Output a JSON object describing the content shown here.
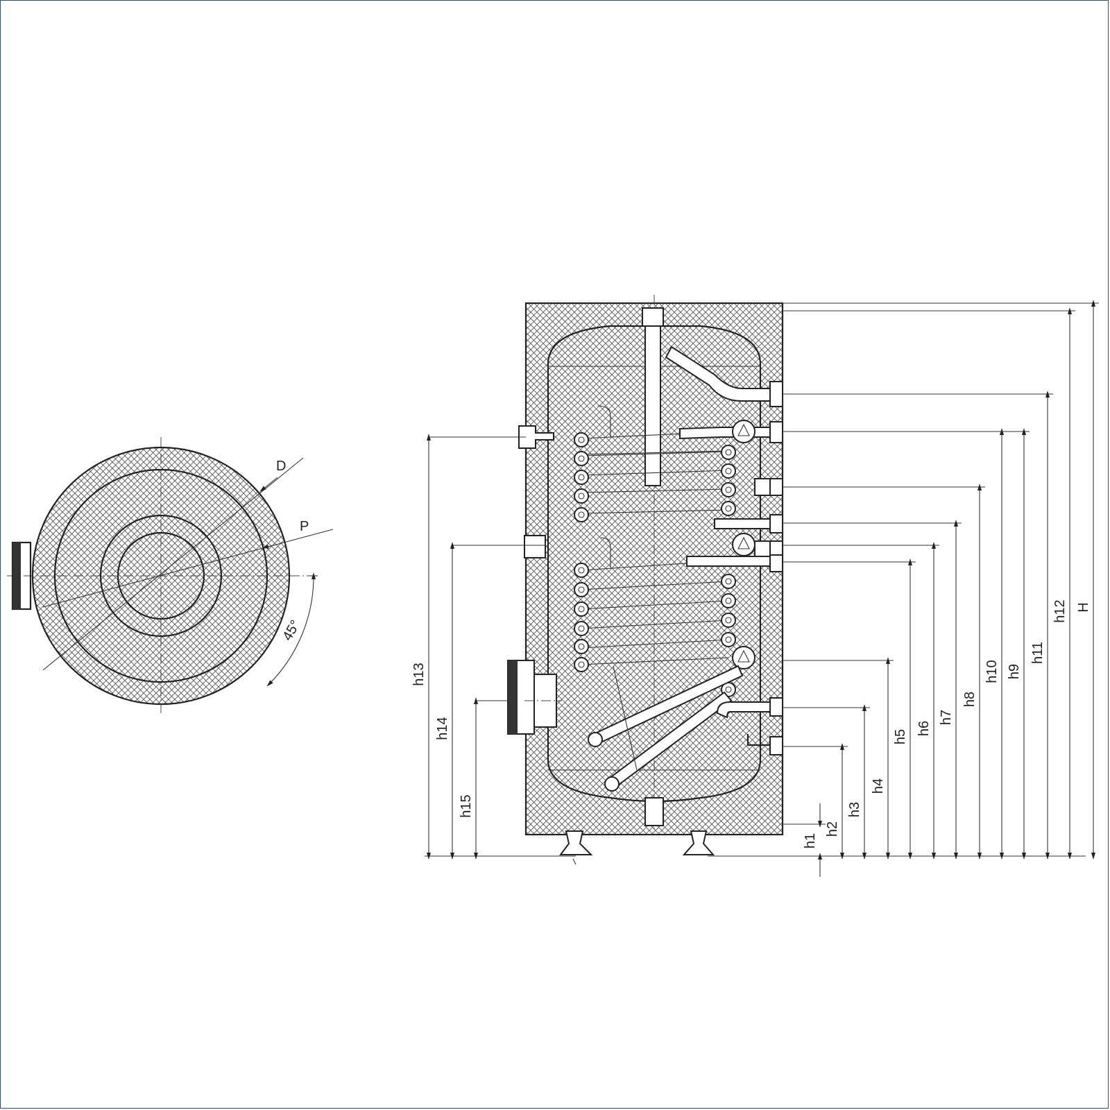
{
  "top_view": {
    "labels": {
      "diameter": "D",
      "pitch": "P",
      "angle": "45°"
    }
  },
  "side_view": {
    "right_dims": [
      "h1",
      "h2",
      "h3",
      "h4",
      "h5",
      "h6",
      "h7",
      "h8",
      "h10",
      "h9",
      "h11",
      "h12",
      "H"
    ],
    "left_dims": [
      "h13",
      "h14",
      "h15"
    ]
  },
  "colors": {
    "line": "#222222",
    "frame": "#2f4f6f"
  }
}
